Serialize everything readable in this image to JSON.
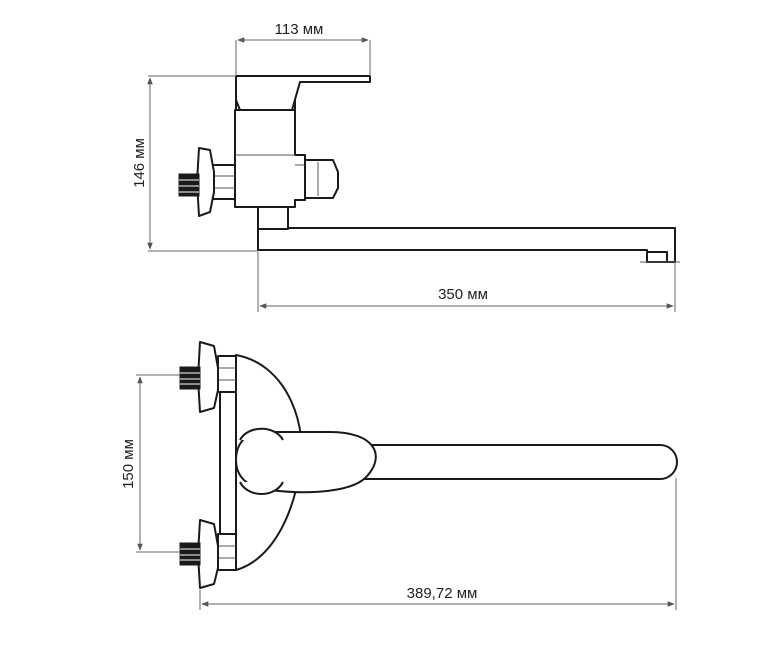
{
  "dimensions": {
    "top_width": "113 мм",
    "top_height": "146 мм",
    "spout_length": "350 мм",
    "inlet_spacing": "150 мм",
    "total_length": "389,72 мм"
  }
}
